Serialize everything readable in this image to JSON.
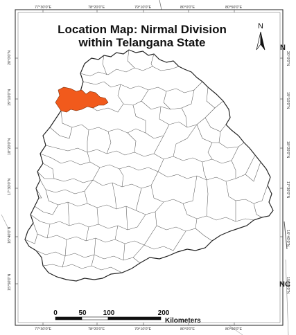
{
  "map": {
    "title_line1": "Location Map: Nirmal Division",
    "title_line2": "within Telangana State",
    "north_label": "N",
    "highlight_color": "#f15a1c",
    "longitude_ticks": [
      "77°30'0\"E",
      "78°20'0\"E",
      "79°10'0\"E",
      "80°0'0\"E",
      "80°50'0\"E"
    ],
    "latitude_ticks": [
      "20°0'0\"N",
      "19°10'0\"N",
      "18°20'0\"N",
      "17°30'0\"N",
      "16°40'0\"N",
      "15°50'0\"N"
    ],
    "scale_bar": {
      "labels": [
        "0",
        "50",
        "100",
        "200"
      ],
      "unit": "Kilometers"
    },
    "stray_text": {
      "upper_right": "N",
      "lower_right": "NC"
    }
  }
}
